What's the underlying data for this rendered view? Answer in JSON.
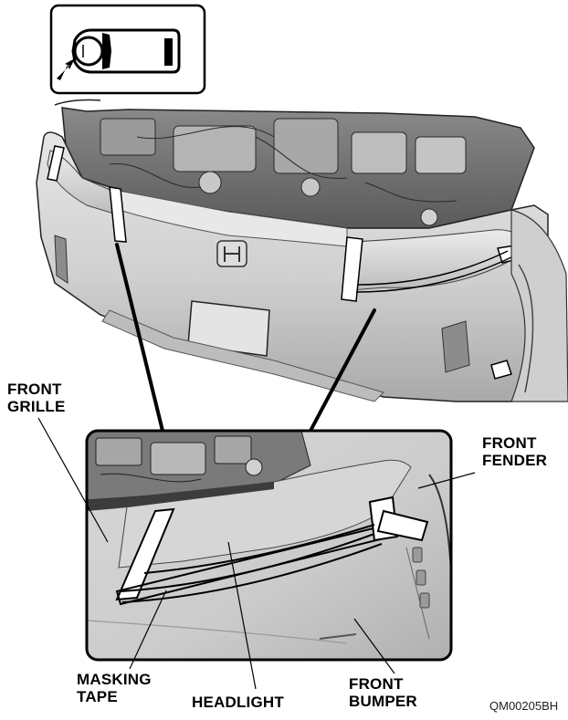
{
  "labels": {
    "front_grille": [
      "FRONT",
      "GRILLE"
    ],
    "front_fender": [
      "FRONT",
      "FENDER"
    ],
    "masking_tape": [
      "MASKING",
      "TAPE"
    ],
    "headlight": "HEADLIGHT",
    "front_bumper": [
      "FRONT",
      "BUMPER"
    ]
  },
  "figure_code": "QM00205BH",
  "colors": {
    "ink": "#000000",
    "body_light": "#dcdcdc",
    "body_mid": "#b8b8b8",
    "body_dark": "#6e6e6e",
    "tape": "#ffffff"
  },
  "icons": {
    "location_indicator": "vehicle-top-view-front-left-icon"
  }
}
